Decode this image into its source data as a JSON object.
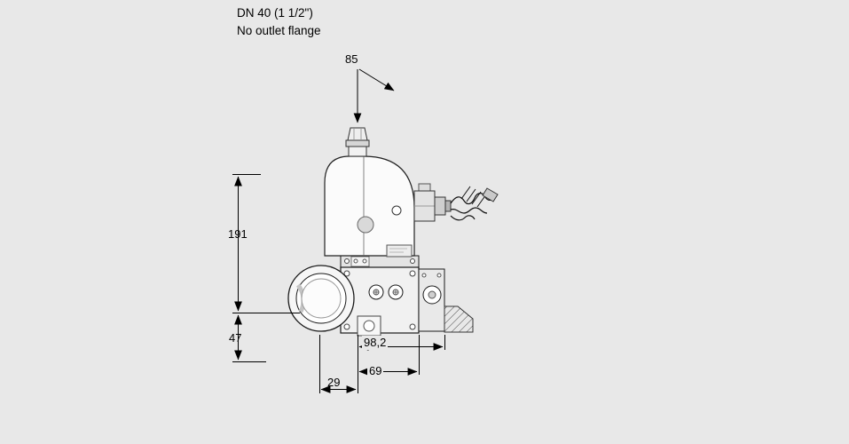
{
  "title": {
    "line1": "DN 40 (1 1/2\")",
    "line2": "No outlet flange"
  },
  "dimensions": {
    "actuator_width": "85",
    "height_above_center": "191",
    "height_below_center": "47",
    "depth_total": "98,2",
    "center_to_body_edge": "69",
    "flange_to_center": "29"
  },
  "colors": {
    "background": "#e8e8e8",
    "line_color": "#000000",
    "drawing_fill": "#ffffff"
  }
}
